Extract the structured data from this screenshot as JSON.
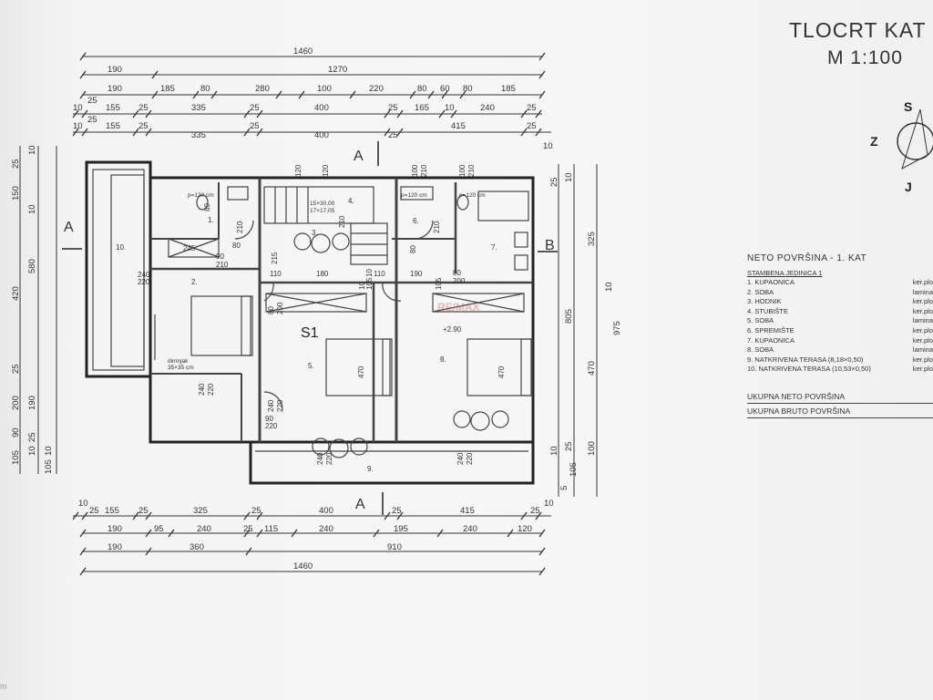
{
  "title": {
    "line1": "TLOCRT KAT",
    "line2": "M 1:100"
  },
  "compass": {
    "north": "S",
    "west": "Z",
    "south": "J"
  },
  "section_marks": {
    "a": "A",
    "b": "B"
  },
  "legend": {
    "heading": "NETO POVRŠINA - 1. KAT",
    "unit": "STAMBENA JEDINICA 1",
    "rooms": [
      {
        "name": "1. KUPAONICA",
        "finish": "ker.plo"
      },
      {
        "name": "2. SOBA",
        "finish": "lamina"
      },
      {
        "name": "3. HODNIK",
        "finish": "ker.plo"
      },
      {
        "name": "4. STUBIŠTE",
        "finish": "ker.plo"
      },
      {
        "name": "5. SOBA",
        "finish": "lamina"
      },
      {
        "name": "6. SPREMIŠTE",
        "finish": "ker.plo"
      },
      {
        "name": "7. KUPAONICA",
        "finish": "ker.plo"
      },
      {
        "name": "8. SOBA",
        "finish": "lamina"
      },
      {
        "name": "9. NATKRIVENA TERASA (8,18×0,50)",
        "finish": "ker.plo"
      },
      {
        "name": "10. NATKRIVENA TERASA (10,53×0,50)",
        "finish": "ker.plo"
      }
    ],
    "total_net": "UKUPNA NETO POVRŠINA",
    "total_gross": "UKUPNA BRUTO POVRŠINA"
  },
  "plan": {
    "unit_label": "S1",
    "room_numbers": [
      "1.",
      "2.",
      "3.",
      "4.",
      "5.",
      "6.",
      "7.",
      "8.",
      "9.",
      "10."
    ],
    "stair_note_1": "15×30,00",
    "stair_note_2": "17×17,05",
    "level": "+2.90",
    "shower_note_1": "p=120 cm",
    "shower_note_2": "p=120 cm",
    "shower_note_3": "p=120 cm",
    "chimney_note_1": "dimnjak",
    "chimney_note_2": "35×35 cm"
  },
  "dims_top": {
    "r1": [
      "1460"
    ],
    "r2": [
      "190",
      "1270"
    ],
    "r3": [
      "190",
      "185",
      "80",
      "280",
      "100",
      "220",
      "80",
      "60",
      "80",
      "185"
    ],
    "r4": [
      "10",
      "25",
      "155",
      "25",
      "335",
      "25",
      "400",
      "25",
      "165",
      "10",
      "240",
      "25"
    ],
    "r5": [
      "10",
      "25",
      "155",
      "25",
      "335",
      "25",
      "400",
      "25",
      "415",
      "25",
      "10"
    ]
  },
  "dims_bottom": {
    "r1": [
      "10",
      "25",
      "155",
      "25",
      "325",
      "25",
      "400",
      "25",
      "415",
      "25",
      "10"
    ],
    "r2": [
      "190",
      "95",
      "240",
      "25",
      "115",
      "240",
      "195",
      "240",
      "120"
    ],
    "r3": [
      "190",
      "360",
      "910"
    ],
    "r4": [
      "1460"
    ]
  },
  "dims_right": [
    "25",
    "10",
    "325",
    "10",
    "805",
    "470",
    "975",
    "10",
    "25",
    "100",
    "105",
    "5"
  ],
  "dims_left": [
    "10",
    "25",
    "150",
    "10",
    "420",
    "580",
    "25",
    "200",
    "190",
    "90",
    "105",
    "10",
    "25",
    "105",
    "10"
  ],
  "interior_dims": [
    "80",
    "210",
    "80",
    "210",
    "100",
    "210",
    "100",
    "210",
    "245",
    "80",
    "90",
    "210",
    "215",
    "110",
    "180",
    "10",
    "110",
    "190",
    "80",
    "200",
    "240",
    "220",
    "80",
    "200",
    "240",
    "220",
    "240",
    "220",
    "470",
    "470",
    "90",
    "220",
    "240",
    "220",
    "240",
    "220",
    "105",
    "105",
    "10",
    "210",
    "120",
    "120"
  ],
  "watermark": "RE/MAX",
  "corner_text": "m"
}
